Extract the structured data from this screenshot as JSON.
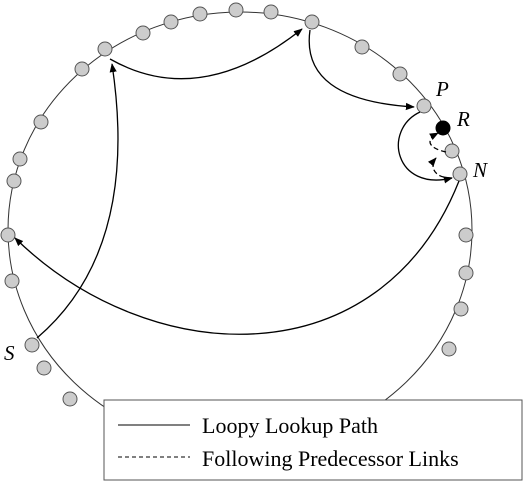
{
  "labels": {
    "S": "S",
    "P": "P",
    "R": "R",
    "N": "N"
  },
  "legend": {
    "solid_label": "Loopy Lookup Path",
    "dashed_label": "Following Predecessor Links"
  },
  "colors": {
    "node_fill": "#cccccc",
    "special_node_fill": "#000000",
    "stroke": "#000000"
  }
}
